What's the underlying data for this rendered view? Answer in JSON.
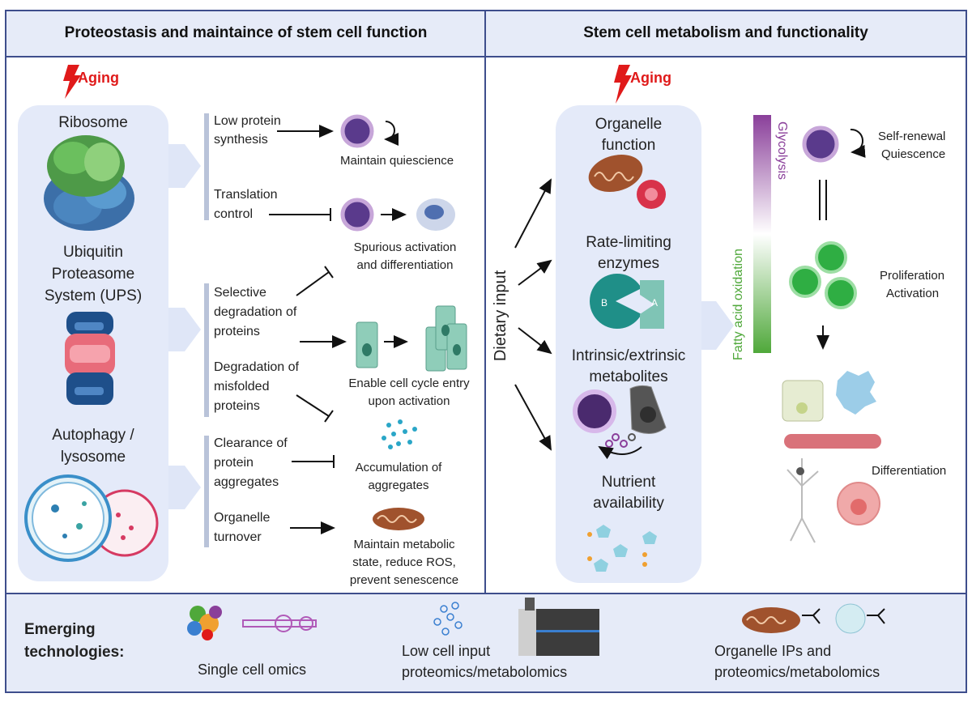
{
  "left": {
    "header": "Proteostasis and maintaince of stem cell function",
    "aging": "Aging",
    "panel": {
      "ribosome": "Ribosome",
      "ups_line1": "Ubiquitin",
      "ups_line2": "Proteasome",
      "ups_line3": "System (UPS)",
      "auto_line1": "Autophagy /",
      "auto_line2": "lysosome"
    },
    "items": {
      "low_protein_1": "Low protein",
      "low_protein_2": "synthesis",
      "translation_1": "Translation",
      "translation_2": "control",
      "selective_1": "Selective",
      "selective_2": "degradation of",
      "selective_3": "proteins",
      "misfolded_1": "Degradation of",
      "misfolded_2": "misfolded",
      "misfolded_3": "proteins",
      "clearance_1": "Clearance of",
      "clearance_2": "protein",
      "clearance_3": "aggregates",
      "organelle_1": "Organelle",
      "organelle_2": "turnover"
    },
    "outcomes": {
      "quiescence": "Maintain quiescience",
      "spurious_1": "Spurious activation",
      "spurious_2": "and differentiation",
      "cycle_1": "Enable cell cycle entry",
      "cycle_2": "upon activation",
      "accum_1": "Accumulation of",
      "accum_2": "aggregates",
      "metabolic_1": "Maintain metabolic",
      "metabolic_2": "state, reduce ROS,",
      "metabolic_3": "prevent senescence"
    }
  },
  "right": {
    "header": "Stem cell metabolism and functionality",
    "aging": "Aging",
    "dietary": "Dietary input",
    "panel": {
      "organelle_1": "Organelle",
      "organelle_2": "function",
      "rate_1": "Rate-limiting",
      "rate_2": "enzymes",
      "enzyme_b": "B",
      "enzyme_a": "A",
      "intrinsic_1": "Intrinsic/extrinsic",
      "intrinsic_2": "metabolites",
      "nutrient_1": "Nutrient",
      "nutrient_2": "availability"
    },
    "gradient": {
      "top": "Glycolysis",
      "bottom": "Fatty acid oxidation"
    },
    "states": {
      "selfrenewal": "Self-renewal",
      "quiescence": "Quiescence",
      "proliferation": "Proliferation",
      "activation": "Activation",
      "differentiation": "Differentiation"
    }
  },
  "bottom": {
    "title_1": "Emerging",
    "title_2": "technologies:",
    "single_cell": "Single cell omics",
    "low_input_1": "Low cell input",
    "low_input_2": "proteomics/metabolomics",
    "organelle_1": "Organelle IPs and",
    "organelle_2": "proteomics/metabolomics"
  },
  "colors": {
    "header_bg": "#e6ebf8",
    "panel_bg": "#e4eaf9",
    "border": "#3e4e8c",
    "aging": "#e01a1a",
    "stem_purple": "#5a3a8c",
    "green_cell": "#2fae43"
  }
}
